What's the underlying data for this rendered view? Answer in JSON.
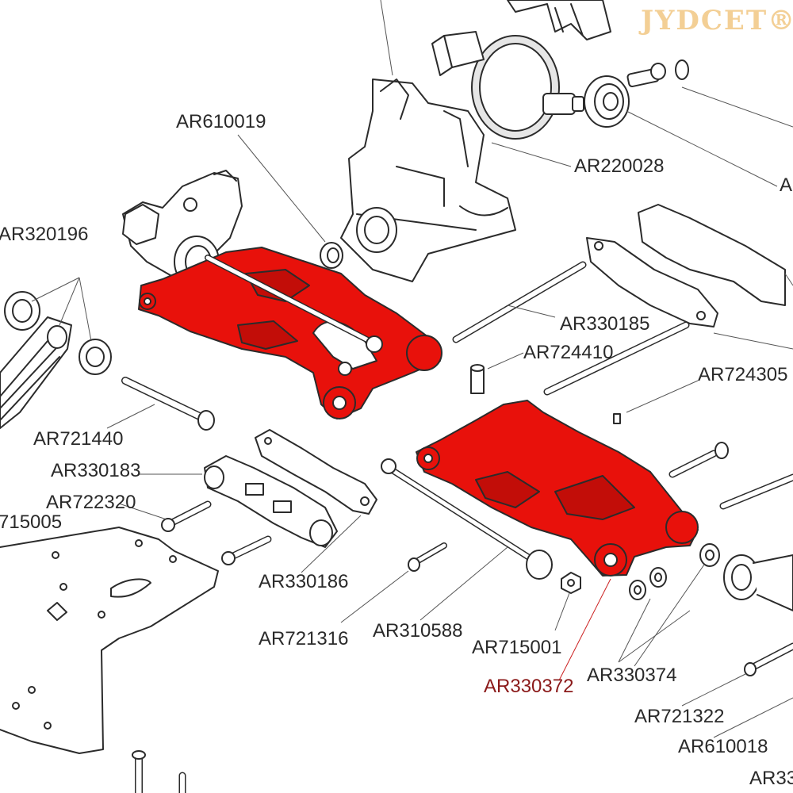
{
  "watermark": "JYDCET®",
  "colors": {
    "highlight": "#e8110b",
    "line": "#2b2b2b",
    "label": "#2a2a2a",
    "highlight_label": "#8b1a1a",
    "watermark": "#f3cf95"
  },
  "labels": {
    "ar610019": "AR610019",
    "ar220028": "AR220028",
    "ar320196": "AR320196",
    "ar330185": "AR330185",
    "ar724410": "AR724410",
    "ar724305": "AR724305",
    "ar721440": "AR721440",
    "ar330183": "AR330183",
    "ar722320": "AR722320",
    "ar715005": "715005",
    "ar330186": "AR330186",
    "ar721316": "AR721316",
    "ar310588": "AR310588",
    "ar715001": "AR715001",
    "ar330374": "AR330374",
    "ar330372": "AR330372",
    "ar721322": "AR721322",
    "ar610018": "AR610018",
    "ar_right_top": "A",
    "ar_right_bottom": "AR33"
  }
}
